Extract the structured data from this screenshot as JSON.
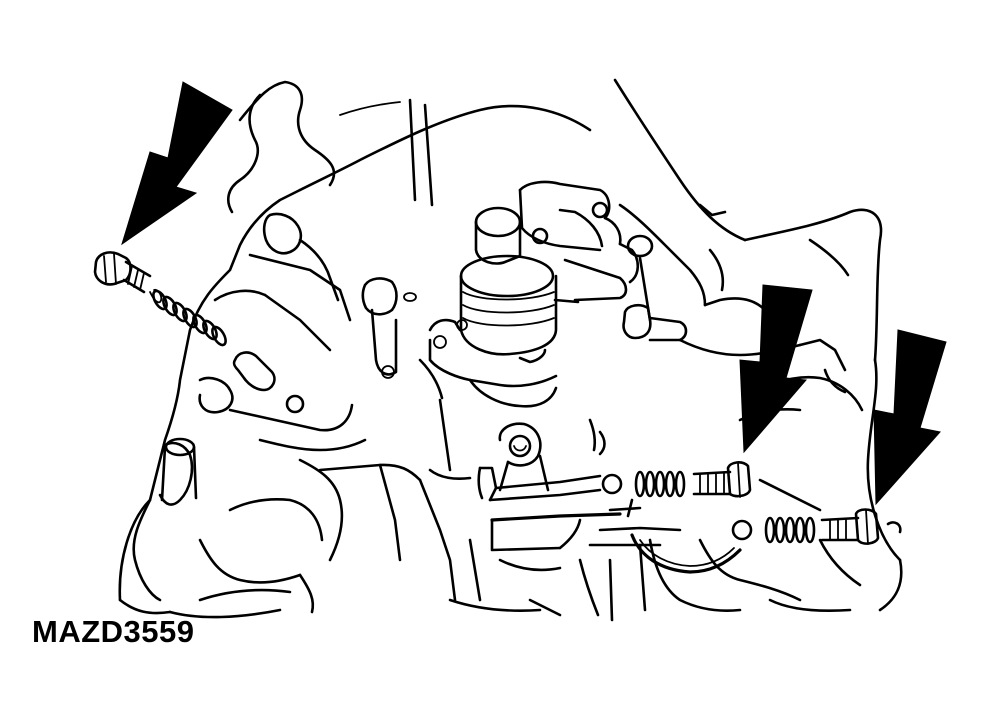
{
  "figure": {
    "code": "MAZD3559"
  },
  "callouts": [
    {
      "name": "arrow-upper-left-bolt",
      "target": "bolt-and-spring-left"
    },
    {
      "name": "arrow-right-middle-bolt",
      "target": "bolt-and-spring-center-right"
    },
    {
      "name": "arrow-right-lower-bolt",
      "target": "bolt-and-spring-far-right"
    }
  ],
  "colors": {
    "ink": "#000000",
    "paper": "#ffffff"
  }
}
